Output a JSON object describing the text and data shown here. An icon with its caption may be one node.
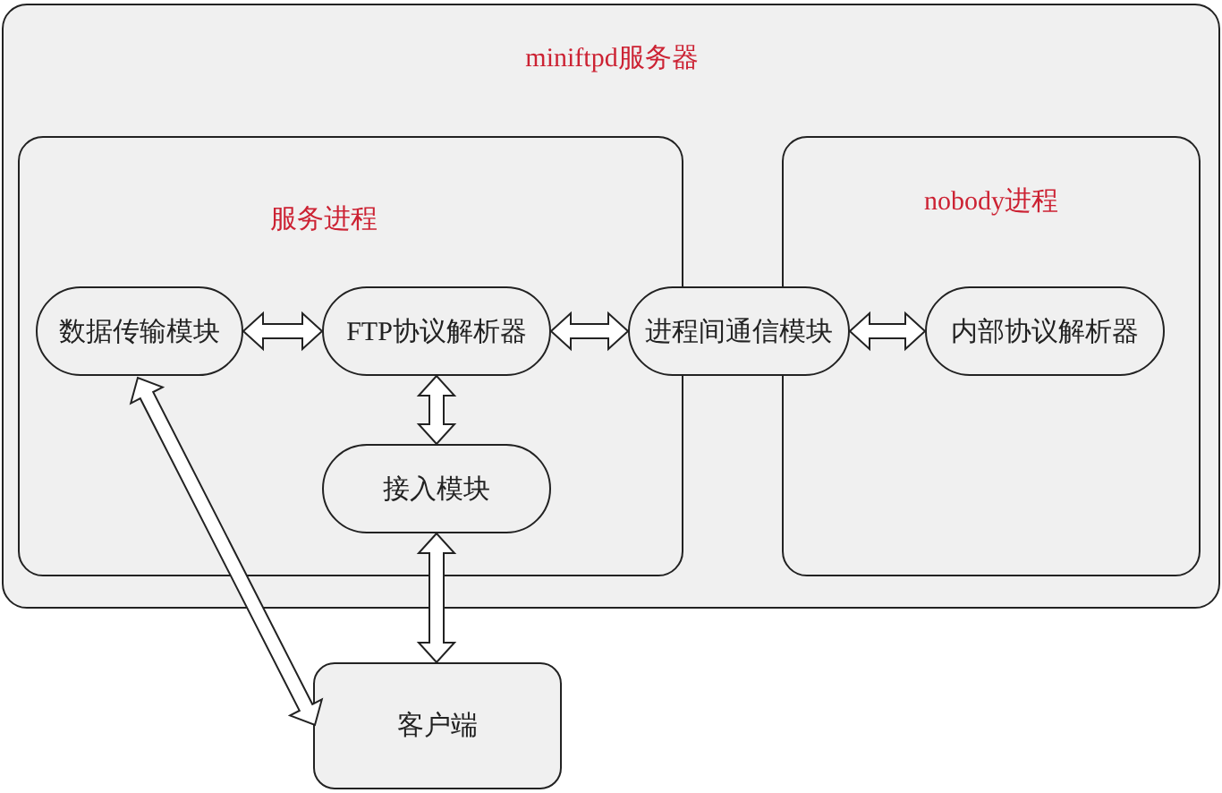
{
  "diagram": {
    "nodes": [
      {
        "text": [
          "miniftpd服务器"
        ]
      },
      {
        "text": [
          "服务进程"
        ],
        "in": 0
      },
      {
        "text": [
          "数据传输模块"
        ],
        "in": 1
      },
      {
        "text": [
          "FTP协议解析器"
        ],
        "in": 1
      },
      {
        "text": [
          "接入模块"
        ],
        "in": 1
      },
      {
        "text": [
          "nobody进程"
        ],
        "in": 0
      },
      {
        "text": [
          "进程间通信模块"
        ],
        "in": 0
      },
      {
        "text": [
          "内部协议解析器"
        ],
        "in": 5
      },
      {
        "text": [
          "客户端"
        ]
      }
    ],
    "edges": [
      {
        "from": 2,
        "to": 3,
        "arrow": "both"
      },
      {
        "from": 3,
        "to": 6,
        "arrow": "both"
      },
      {
        "from": 6,
        "to": 7,
        "arrow": "both"
      },
      {
        "from": 3,
        "to": 4,
        "arrow": "both"
      },
      {
        "from": 4,
        "to": 8,
        "arrow": "both"
      },
      {
        "from": 2,
        "to": 8,
        "arrow": "both"
      }
    ]
  }
}
